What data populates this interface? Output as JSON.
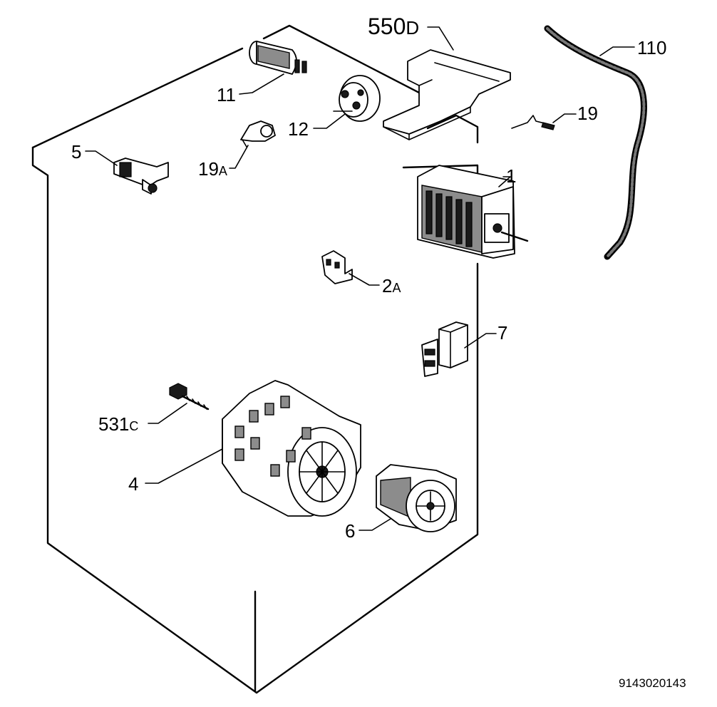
{
  "labels": {
    "p550": "550",
    "p550_suffix": "D",
    "p110": "110",
    "p11": "11",
    "p12": "12",
    "p19": "19",
    "p19a": "19",
    "p19a_suffix": "A",
    "p5": "5",
    "p1": "1",
    "p2a": "2",
    "p2a_suffix": "A",
    "p7": "7",
    "p531c": "531",
    "p531c_suffix": "C",
    "p4": "4",
    "p6": "6"
  },
  "reference_number": "9143020143"
}
